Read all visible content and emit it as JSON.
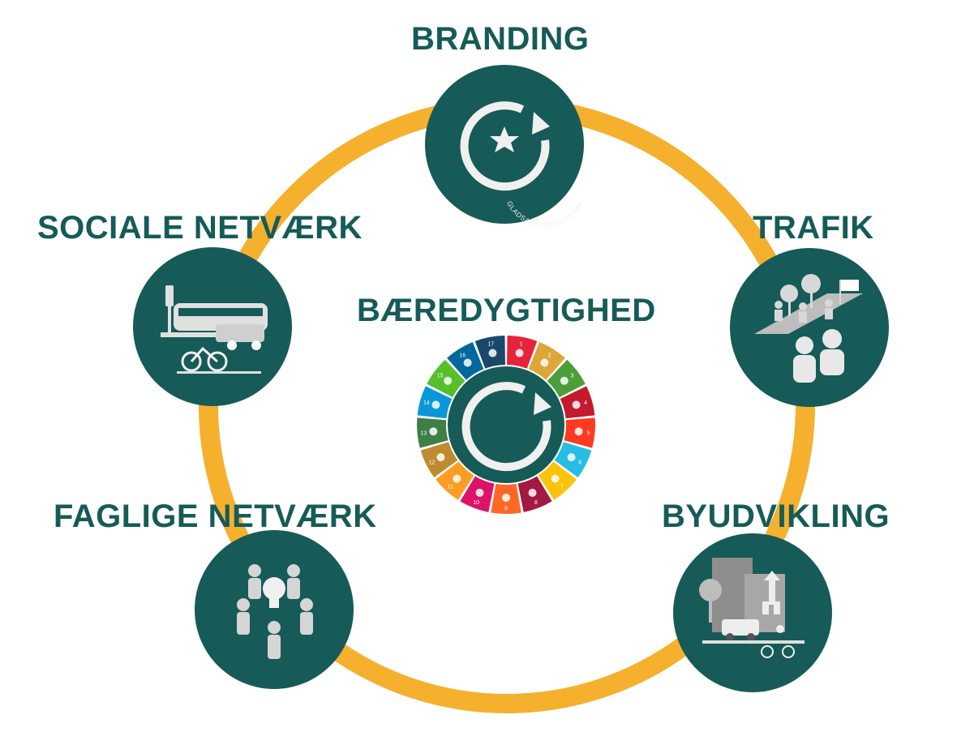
{
  "colors": {
    "teal": "#165b57",
    "ring": "#f5b02e",
    "icon": "#e6e6e6",
    "sdg": [
      "#e5243b",
      "#dda63a",
      "#4c9f38",
      "#c5192d",
      "#ff3a21",
      "#26bde2",
      "#fcc30b",
      "#a21942",
      "#fd6925",
      "#dd1367",
      "#fd9d24",
      "#bf8b2e",
      "#3f7e44",
      "#0a97d9",
      "#56c02b",
      "#00689d",
      "#19486a"
    ]
  },
  "center": {
    "title": "BÆREDYGTIGHED",
    "logo_text": "GLADSAXE ERHVERVSBY",
    "icon": "sdg-wheel-icon"
  },
  "nodes": [
    {
      "id": "branding",
      "title": "BRANDING",
      "icon": "star-logo-icon",
      "logo_text": "GLADSAXE ERHVERVSBY"
    },
    {
      "id": "trafik",
      "title": "TRAFIK",
      "icon": "pedestrians-icon"
    },
    {
      "id": "byudvikling",
      "title": "BYUDVIKLING",
      "icon": "city-icon"
    },
    {
      "id": "faglige",
      "title": "FAGLIGE NETVÆRK",
      "icon": "people-idea-icon"
    },
    {
      "id": "sociale",
      "title": "SOCIALE NETVÆRK",
      "icon": "transport-icon"
    }
  ],
  "sdg_numbers": [
    "1",
    "2",
    "3",
    "4",
    "5",
    "6",
    "7",
    "8",
    "9",
    "10",
    "11",
    "12",
    "13",
    "14",
    "15",
    "16",
    "17"
  ]
}
